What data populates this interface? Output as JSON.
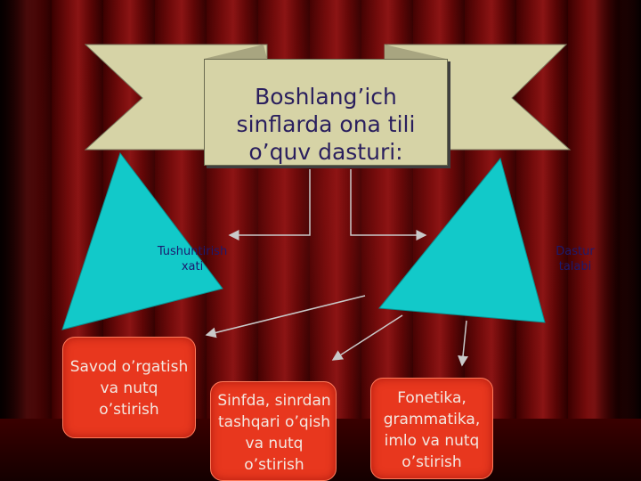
{
  "slide": {
    "title": "Boshlang’ich sinflarda ona tili o’quv dasturi:",
    "left_label": "Tushuntirish xati",
    "right_label": "Dastur talabi",
    "boxes": [
      {
        "line1": "Savod o’rgatish",
        "line2": "va nutq",
        "line3": "o’stirish"
      },
      {
        "line1": "Sinfda, sinrdan",
        "line2": "tashqari o’qish",
        "line3": "va nutq",
        "line4": "o’stirish"
      },
      {
        "line1": "Fonetika,",
        "line2": "grammatika,",
        "line3": "imlo va nutq",
        "line4": "o’stirish"
      }
    ]
  },
  "colors": {
    "ribbon": "#d6d3a6",
    "triangle": "#12c9c9",
    "box": "#e8371e",
    "title_text": "#2a1f5e"
  }
}
